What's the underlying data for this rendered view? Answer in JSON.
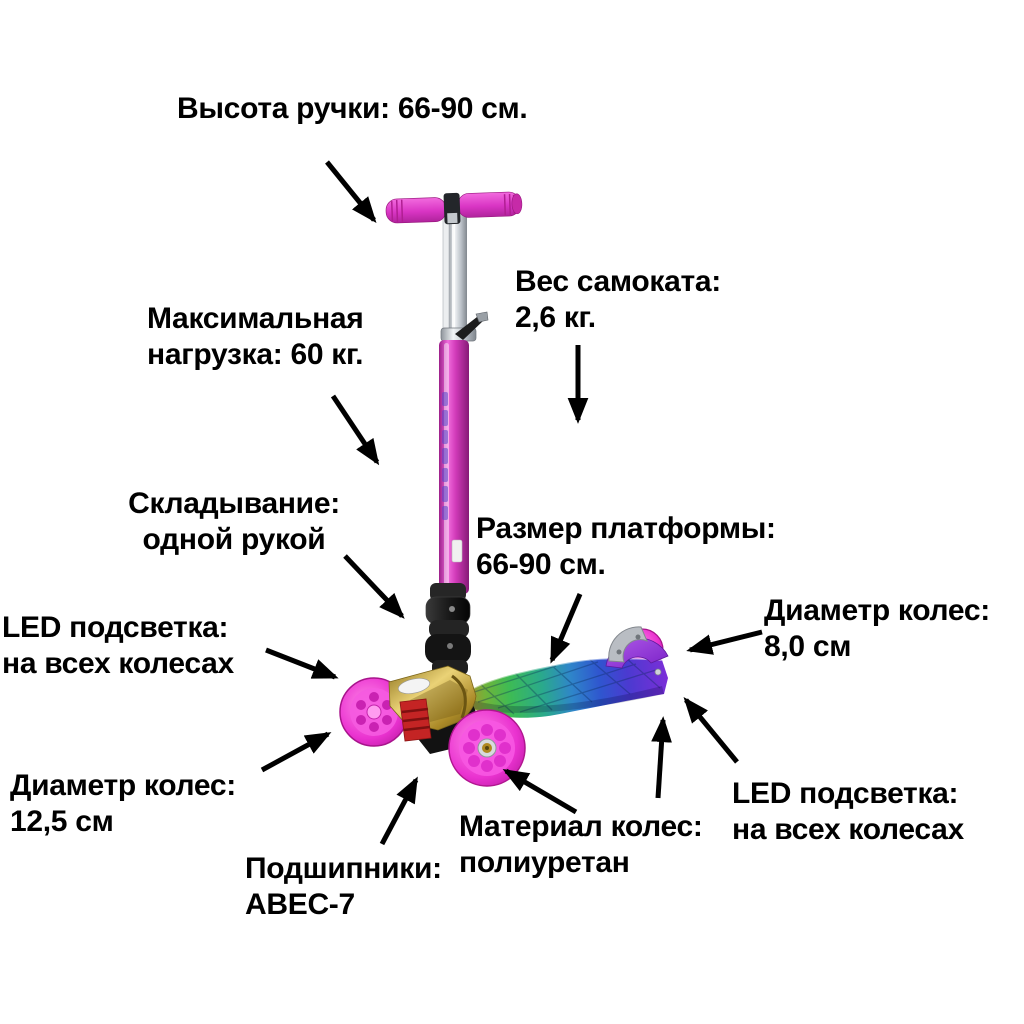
{
  "annotations": {
    "handle_height": {
      "lines": [
        "Высота ручки: 66-90 см."
      ]
    },
    "weight": {
      "lines": [
        "Вес самоката:",
        "2,6 кг."
      ]
    },
    "max_load": {
      "lines": [
        "Максимальная",
        "нагрузка: 60 кг."
      ]
    },
    "folding": {
      "lines": [
        "Складывание:",
        "одной рукой"
      ]
    },
    "platform_size": {
      "lines": [
        "Размер платформы:",
        "66-90 см."
      ]
    },
    "led_front": {
      "lines": [
        "LED подсветка:",
        "на всех колесах"
      ]
    },
    "wheel_diameter_rear": {
      "lines": [
        "Диаметр колес:",
        "8,0 см"
      ]
    },
    "wheel_diameter_front": {
      "lines": [
        "Диаметр колес:",
        "12,5 см"
      ]
    },
    "bearings": {
      "lines": [
        "Подшипники:",
        "ABEC-7"
      ]
    },
    "wheel_material": {
      "lines": [
        "Материал колес:",
        "полиуретан"
      ]
    },
    "led_rear": {
      "lines": [
        "LED подсветка:",
        "на всех колесах"
      ]
    }
  },
  "colors": {
    "background": "#ffffff",
    "text": "#000000",
    "arrow": "#000000",
    "grip_pink": "#d935c4",
    "stem_pink": "#cc3fb8",
    "wheel_magenta": "#ee3fd4",
    "gold_head": "#c9a43d",
    "brake_red": "#c42424",
    "deck_green": "#3dbb55",
    "deck_blue": "#2f56cf",
    "deck_purple": "#7c2ed8",
    "fender_purple": "#8a2fd6",
    "chrome": "#c9ced4",
    "black_parts": "#1c1c1c"
  }
}
